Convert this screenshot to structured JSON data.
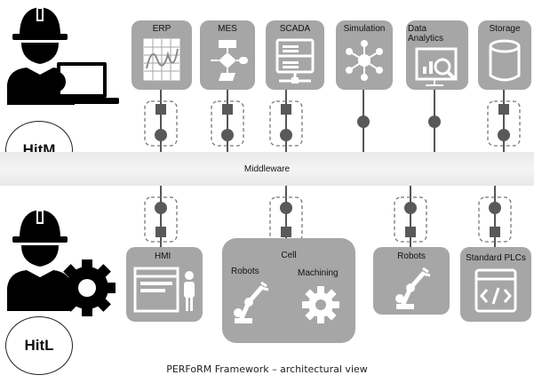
{
  "top_components": [
    {
      "id": "erp",
      "label": "ERP",
      "icon": "erp-chart-icon"
    },
    {
      "id": "mes",
      "label": "MES",
      "icon": "flowchart-icon"
    },
    {
      "id": "scada",
      "label": "SCADA",
      "icon": "server-rack-icon"
    },
    {
      "id": "simulation",
      "label": "Simulation",
      "icon": "network-nodes-icon"
    },
    {
      "id": "data-analytics",
      "label": "Data\nAnalytics",
      "icon": "analytics-magnifier-icon"
    },
    {
      "id": "storage",
      "label": "Storage",
      "icon": "database-cylinder-icon"
    }
  ],
  "middleware": {
    "label": "Middleware"
  },
  "bottom_components": {
    "hmi": {
      "label": "HMI"
    },
    "cell": {
      "label": "Cell",
      "sub": [
        {
          "label": "Robots"
        },
        {
          "label": "Machining"
        }
      ]
    },
    "robots": {
      "label": "Robots"
    },
    "standard_plcs": {
      "label": "Standard PLCs"
    }
  },
  "roles": {
    "top": "HitM",
    "bottom": "HitL"
  },
  "caption": "PERFoRM  Framework – architectural view",
  "colors": {
    "component_fill": "#a6a6a6",
    "connector_fill": "#595959",
    "dashed_border": "#777777",
    "worker_silhouette": "#000000",
    "middleware_band": "#ececec"
  }
}
